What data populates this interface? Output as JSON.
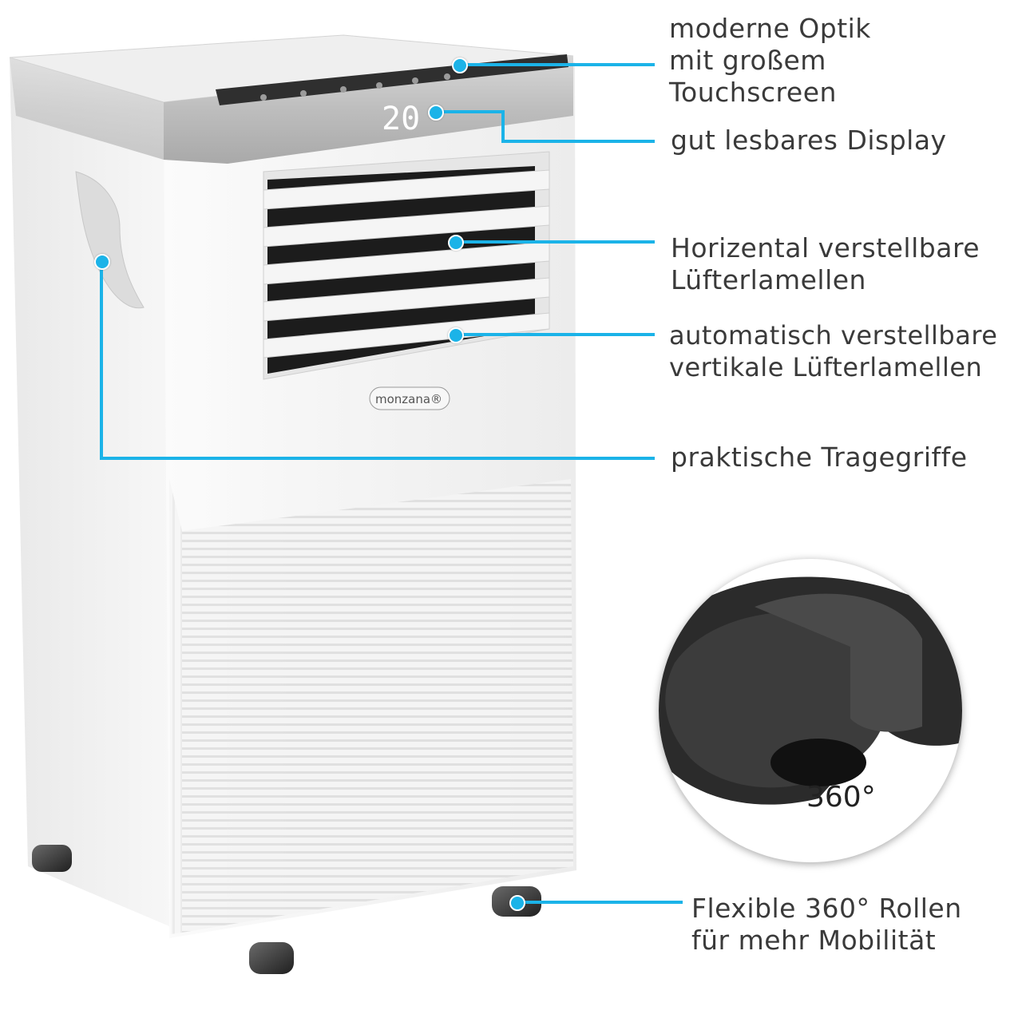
{
  "callouts": {
    "touchscreen": [
      "moderne Optik",
      "mit großem",
      "Touchscreen"
    ],
    "display": [
      "gut lesbares Display"
    ],
    "horizontal_louvres": [
      "Horizental verstellbare",
      "Lüfterlamellen"
    ],
    "vertical_louvres": [
      "automatisch verstellbare",
      "vertikale Lüfterlamellen"
    ],
    "handles": [
      "praktische Tragegriffe"
    ],
    "wheels": [
      "Flexible 360° Rollen",
      "für mehr Mobilität"
    ]
  },
  "device": {
    "display_value": "20",
    "brand": "monzana®"
  },
  "wheel_inset": {
    "rotation_label": "360°"
  },
  "colors": {
    "accent": "#1bb3e8",
    "text": "#3a3a3a"
  }
}
